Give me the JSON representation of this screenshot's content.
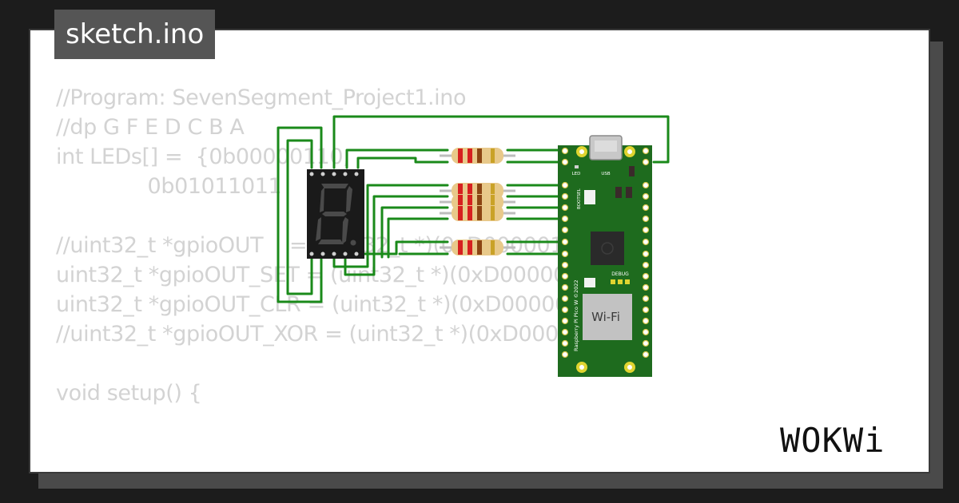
{
  "file_tab": {
    "label": "sketch.ino"
  },
  "code_lines": [
    "//Program: SevenSegment_Project1.ino",
    "//dp G F E D C B A",
    "int LEDs[] =  {0b00000110,",
    "              0b01011011",
    "",
    "//uint32_t *gpioOUT    = (uint32_t *)(0xD0000010);",
    "uint32_t *gpioOUT_SET = (uint32_t *)(0xD0000014);",
    "uint32_t *gpioOUT_CLR = (uint32_t *)(0xD0000018);",
    "//uint32_t *gpioOUT_XOR = (uint32_t *)(0xD000001C);",
    "",
    "void setup() {"
  ],
  "board": {
    "led_label": "LED",
    "usb_label": "USB",
    "bootsel_label": "BOOTSEL",
    "debug_label": "DEBUG",
    "wifi_label": "Wi-Fi",
    "silkscreen": "Raspberry Pi Pico W ©2022"
  },
  "logo": {
    "text": "WOKWi"
  },
  "colors": {
    "background": "#1c1c1c",
    "card": "#ffffff",
    "code_text": "#d3d3d3",
    "wire": "#1a8a1a",
    "pcb": "#1e6b1e",
    "display": "#1a1a1a",
    "segment_off": "#4a4a4a"
  }
}
